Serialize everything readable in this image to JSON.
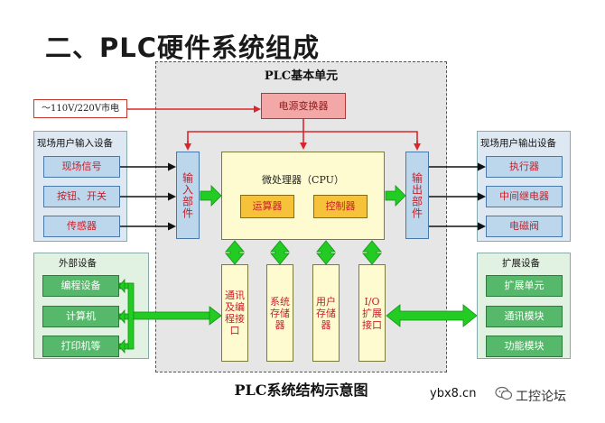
{
  "title": "二、PLC硬件系统组成",
  "plc_unit_label": "PLC基本单元",
  "mains_label": "～110V/220V市电",
  "power_label": "电源变换器",
  "input_group": {
    "title": "现场用户输入设备",
    "items": [
      "现场信号",
      "按钮、开关",
      "传感器"
    ]
  },
  "output_group": {
    "title": "现场用户输出设备",
    "items": [
      "执行器",
      "中间继电器",
      "电磁阀"
    ]
  },
  "external_group": {
    "title": "外部设备",
    "items": [
      "编程设备",
      "计算机",
      "打印机等"
    ]
  },
  "expansion_group": {
    "title": "扩展设备",
    "items": [
      "扩展单元",
      "通讯模块",
      "功能模块"
    ]
  },
  "input_unit": "输入部件",
  "output_unit": "输出部件",
  "cpu": {
    "title": "微处理器（CPU）",
    "alu": "运算器",
    "controller": "控制器"
  },
  "modules": [
    "通讯及编程接口",
    "系统存储器",
    "用户存储器",
    "I/O扩展接口"
  ],
  "caption": "PLC系统结构示意图",
  "watermark_site": "ybx8.cn",
  "watermark_forum": "工控论坛",
  "colors": {
    "red_line": "#d9262c",
    "green_arrow": "#22cc22",
    "black_arrow": "#111111"
  }
}
